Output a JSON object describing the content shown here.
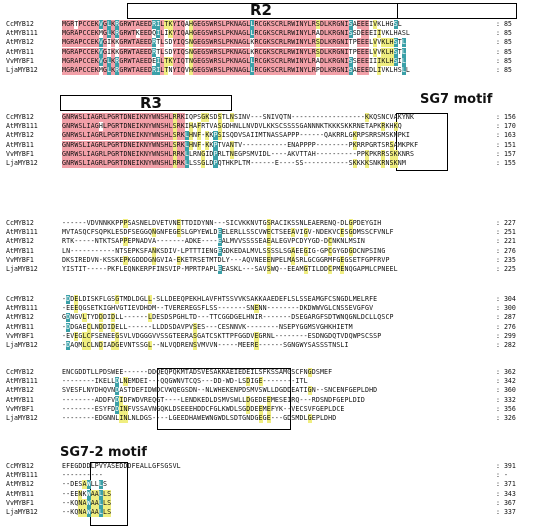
{
  "regions": {
    "r2": "R2",
    "r3": "R3",
    "sg7": "SG7 motif",
    "sg72": "SG7-2 motif"
  },
  "colors": {
    "pink": "#f2a0a8",
    "red": "#e06070",
    "teal": "#3aa0a8",
    "yellow": "#f0ee80",
    "green": "#a8d8b0"
  },
  "blocks": [
    {
      "rows": [
        {
          "name": "CcMYB12",
          "seq": "MGRTPCCEKVGLKRGRWTAEEDRILTKYIQAHGEGSWRSLPKNAGLLRCGKSCRLRWINYLRSDLKRGNISAEEEIVKLHGSL",
          "end": "85"
        },
        {
          "name": "AtMYB111",
          "seq": "MGRAPCCEKMGLKRGRWTKEEDQILIKYIQAHGEGSWRSLPKNAGLLRCGKSCRLRWINYLRADLKRGNISSDEEEIIVKLHASL",
          "end": "85"
        },
        {
          "name": "AtMYB12",
          "seq": "MGRAPCCEKVGIKKGRWTAEEDRTLSDYIQSNGEGSWRSLPKNAGLKRCGKSCRLRWINYLRSDLKRGNITPEEELVVKLHSTL",
          "end": "85"
        },
        {
          "name": "AtMYB11",
          "seq": "MGRAPCCEKVGIKKGRWTAEEDRTLSDYIQSNGEGSWRSLPKNAGLKRCGKSCRLRWINYLRSDLKRGNITPEEELVVKLHSTL",
          "end": "85"
        },
        {
          "name": "VvMYBF1",
          "seq": "MGRAPCCEKVGLKRGRWTAEEDEILTKYIQTNGEGSWRSLPKNAGLLRCGKSCRLRWINYLRADLKRGNISSEEEIIIKLHSIL",
          "end": "85"
        },
        {
          "name": "LjaMYB12",
          "seq": "MGRAPCCEKMGLKRGRWTAEEDRILTNYIQVHGEGSWRSLPKNAGLLRCGKSCRLRWINYLRPDLKRGNISAEEEDLIVKLHSLL",
          "end": "85"
        }
      ]
    },
    {
      "rows": [
        {
          "name": "CcMYB12",
          "seq": "GNRWSLIAGRLPGRTDNEIKNYWNSHLRRKIQPSGKSDSTLNSINV---SNIVQTN------------------KKQSNCVAKYNK",
          "end": "156"
        },
        {
          "name": "AtMYB111",
          "seq": "GNRWSLIAGHLPGRTDNEIKNYWNSHLSRKIHAFRTVASGDHNLLNVDVLKKSCSSSSGANNNKTKKKSKKRNETAPKRKHKQ",
          "end": "170"
        },
        {
          "name": "AtMYB12",
          "seq": "GNRWSLIAGRLPGRTDNEIKNYWNSHLSRKLHNF-KKPSISQDVSAIIMTNASSAPPP------QAKRRLGKRPSRRSMSKNPKI",
          "end": "163"
        },
        {
          "name": "AtMYB11",
          "seq": "GNRWSLIAGRLPGRTDNEIKNYWNSHLSRKLHNF-KKPTVANTV-----------ENAPPPP--------PKRRPGRTSRSAMKPKF",
          "end": "151"
        },
        {
          "name": "VvMYBF1",
          "seq": "GNRWSLIAGRLPGRTDNEIKNYWNSHLRRKLLRNGIDPRLTNEGPSMVIDL----AKVTTAH----------PPKPKRRSSKKNRS",
          "end": "157"
        },
        {
          "name": "LjaMYB12",
          "seq": "GNRWSLIAGRLPGRTDNEIKNYWNSHLRRKLLSSGLDPQTHKPLTM------E----SS-----------SKKKKSNKRNSKNM",
          "end": "155"
        }
      ]
    },
    {
      "rows": [
        {
          "name": "CcMYB12",
          "seq": "------VDVNNKKPPPSASNELDVETVNETTDIDYNN---SICVKKNVTGSRACIKSSNLEAERENQ-DLGPDEYGIH",
          "end": "227"
        },
        {
          "name": "AtMYB111",
          "seq": "MVTASQCFSQPKLESDFSEGGQNGNFEGESLGPYEWLDEELERLLSSCVWECTSEEAVIGV-NDEKVCESGDMSSCFVNLF",
          "end": "251"
        },
        {
          "name": "AtMYB12",
          "seq": "RTK-----NTKTSAPPEPNADVA-------ADKE----EALMVVSSSSEAEALEGVPCDYYGD-DCNKNLMSIN",
          "end": "221"
        },
        {
          "name": "AtMYB11",
          "seq": "LN-----------NTSEPKSFANKSDIV-LPTTTIENGEGDKEDALMVLSSSSLSGAEEGIG-GPCGYGDGDCNPSING",
          "end": "276"
        },
        {
          "name": "VvMYBF1",
          "seq": "DKSIREDVN-KSSKEPKGDDDGNGVIA-EKETRSETMTDLY---AQVNEEENPELMASRLGCGGRMFGEGSETFGPFRVP",
          "end": "235"
        },
        {
          "name": "LjaMYB12",
          "seq": "YISTIT-----PKFLEQNKERPFINSVIP-MPRTPAPLEEASKL---SAVSWQ--EEAMGTILDDCPMENQGAPMLCPNEEL",
          "end": "225"
        }
      ]
    },
    {
      "rows": [
        {
          "name": "CcMYB12",
          "seq": "-DDELDISKFLGSGTMDLDGLL-SLLDEEQPEKHLAVFHTSSVVKSAKKAAEDEFLSLSSEAMGFCSNGDLMELRFE",
          "end": "304"
        },
        {
          "name": "AtMYB111",
          "seq": "-EEEQGSETKIGHVGTIEVDHDM--TVEREREGSFLSS-------SNENN--------DKDWWVGLCNSSEVGFGV",
          "end": "300"
        },
        {
          "name": "AtMYB12",
          "seq": "GDNGVLTYDDDIDLL------LDESDSPGHLTD---TTCGGDGELHNIR-------DSEGARGFSDTWNQGNLDCLLQSCP",
          "end": "287"
        },
        {
          "name": "AtMYB11",
          "seq": "-DDGAECLNDDIDELL------LLDDSDAVPVSES---CESNNVK--------NSEPYGGMSVGHKHIETM",
          "end": "276"
        },
        {
          "name": "VvMYBF1",
          "seq": "-EVEGLCFSENEEGSVLVDGGGVVSSGTEERASGATCSKTTPFGGDVEGRNL--------ESDNGDQTVDQWPSCSSP",
          "end": "299"
        },
        {
          "name": "LjaMYB12",
          "seq": "-DAQMLCLNDIADGEVNTSSGL--NLVQDRENSVMVVN-----MEERE------SGNGWYSASSSTNSLI",
          "end": "282"
        }
      ]
    },
    {
      "rows": [
        {
          "name": "CcMYB12",
          "seq": "ENCGDDTLLPDSWEE------DDQEQPQKMTADSVESAKKAEIEDEILSFKSSAMGSCFNGDSMEF",
          "end": "362"
        },
        {
          "name": "AtMYB111",
          "seq": "--------IKELLDLNEMDEI---QQGWNVTCQS---DD-WD-LSDIGE--------ITL",
          "end": "342"
        },
        {
          "name": "AtMYB12",
          "seq": "SVESFLNYDHQVNDASTDEFIDWDCVWQEGSDN--NLWHEKENPDSMVSWLLDGDDEATIGN--SNCENFGEPLDHD",
          "end": "360"
        },
        {
          "name": "AtMYB11",
          "seq": "--------ADDFVDIDFWDVREQGT----LENDKEDLDSMVSWLLDGEDEEMESEIRQ---RDSNDFGEPLDID",
          "end": "332"
        },
        {
          "name": "VvMYBF1",
          "seq": "--------ESYFDDINFVSSAVNGQKLDSEEEHDDCFGLKWDLSGDDEEMEFYK--VECSVFGEPLDCE",
          "end": "356"
        },
        {
          "name": "LjaMYB12",
          "seq": "--------EDGNNLINLNLDGS----LGEEDHAWEWNGWDLSDTGNDGEGE---GDSMDLGEPLDHD",
          "end": "326"
        }
      ]
    },
    {
      "rows": [
        {
          "name": "CcMYB12",
          "seq": "EFEGDDDLPVYASEDDDFEALLGFSGSVL",
          "end": "391"
        },
        {
          "name": "AtMYB111",
          "seq": "----------",
          "end": "-"
        },
        {
          "name": "AtMYB12",
          "seq": "--DESAWLLLS",
          "end": "371"
        },
        {
          "name": "AtMYB11",
          "seq": "--EENKWAALLS",
          "end": "343"
        },
        {
          "name": "VvMYBF1",
          "seq": "--KQNAWAALLS",
          "end": "367"
        },
        {
          "name": "LjaMYB12",
          "seq": "--KQNAWAALLS",
          "end": "337"
        }
      ]
    }
  ]
}
